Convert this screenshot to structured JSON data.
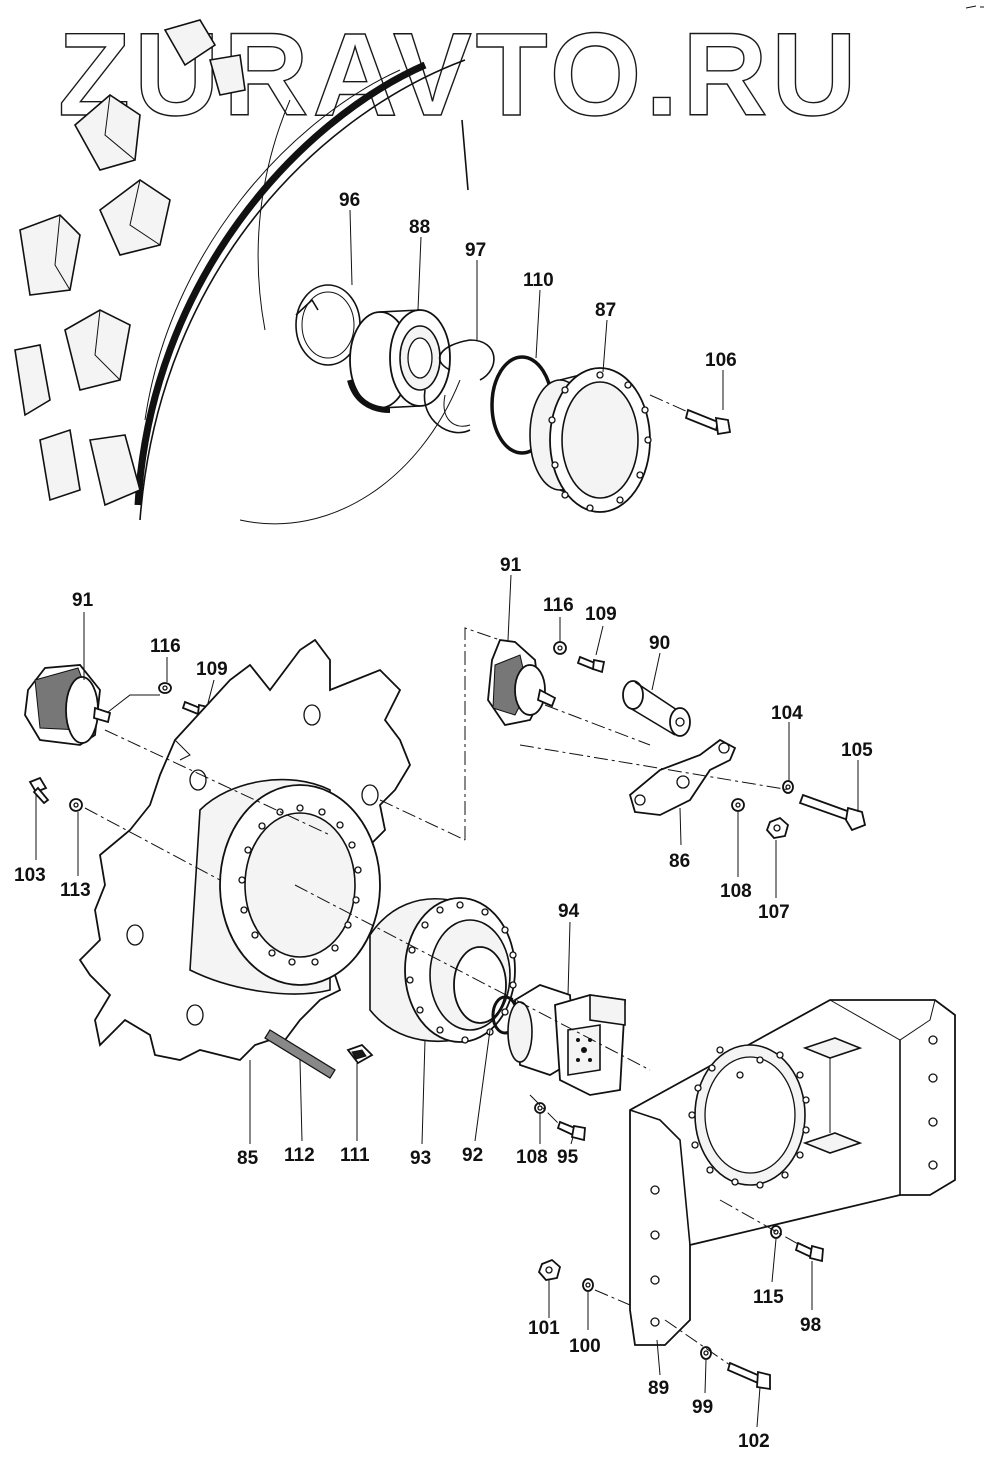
{
  "watermark": "ZURAVTO.RU",
  "callouts": {
    "p96": "96",
    "p88": "88",
    "p97": "97",
    "p110": "110",
    "p87": "87",
    "p106": "106",
    "p91a": "91",
    "p116a": "116",
    "p109a": "109",
    "p103": "103",
    "p113": "113",
    "p91b": "91",
    "p116b": "116",
    "p109b": "109",
    "p90": "90",
    "p104": "104",
    "p105": "105",
    "p86": "86",
    "p108a": "108",
    "p107": "107",
    "p94": "94",
    "p85": "85",
    "p112": "112",
    "p111": "111",
    "p93": "93",
    "p92": "92",
    "p108b": "108",
    "p95": "95",
    "p101": "101",
    "p100": "100",
    "p89": "89",
    "p99": "99",
    "p102": "102",
    "p115": "115",
    "p98": "98"
  }
}
